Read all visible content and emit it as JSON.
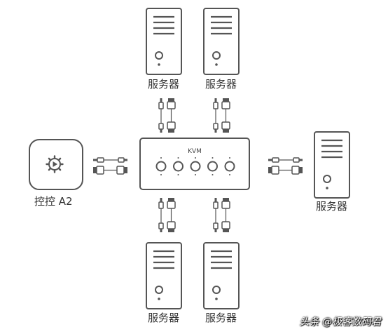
{
  "colors": {
    "stroke": "#555555",
    "background": "#ffffff",
    "label": "#333333"
  },
  "icons": {
    "server": "server-tower-icon",
    "controller": "gear-play-icon",
    "cable": "cable-connector-icon"
  },
  "kvm": {
    "title": "KVM",
    "knob_count": 5
  },
  "controller": {
    "label": "控控 A2"
  },
  "servers": {
    "top_left": "服务器",
    "top_right": "服务器",
    "right": "服务器",
    "bottom_left": "服务器",
    "bottom_right": "服务器"
  },
  "watermark": "头条 @极客数码君"
}
